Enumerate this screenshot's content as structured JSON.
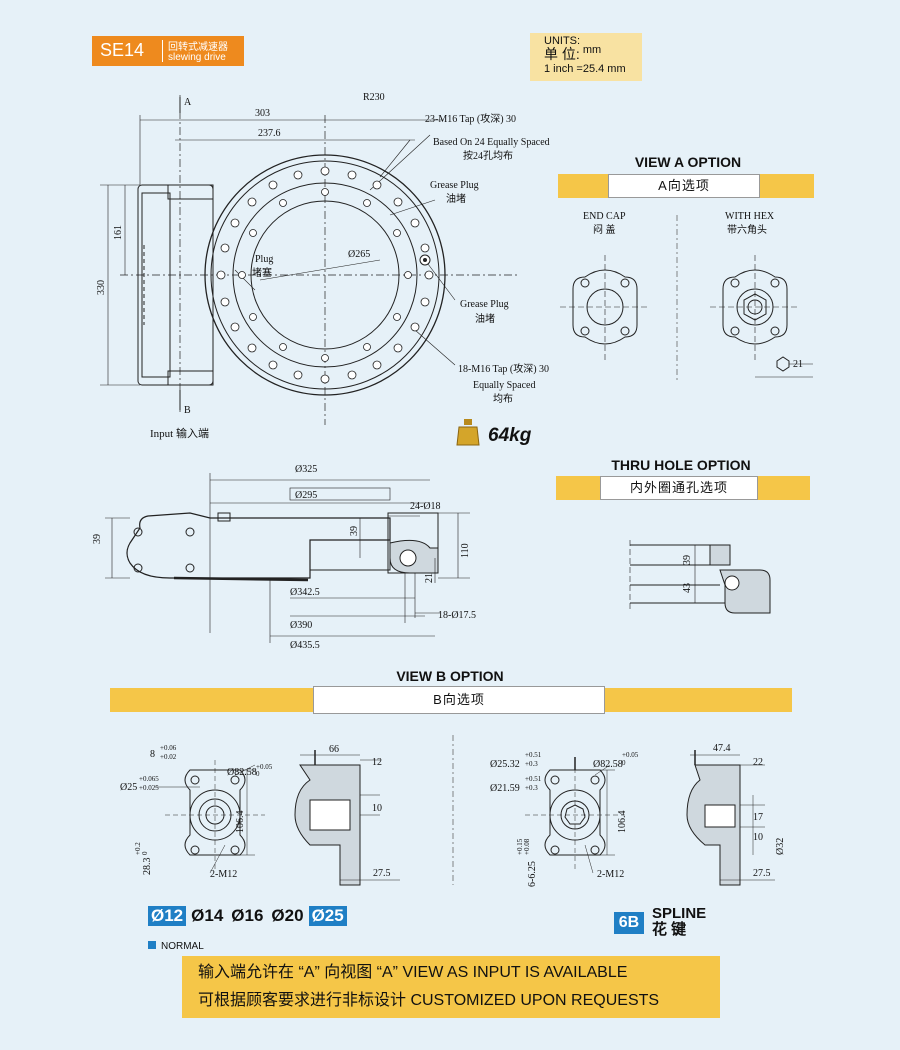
{
  "header": {
    "code": "SE14",
    "name_cn": "回转式减速器",
    "name_en": "slewing drive"
  },
  "units": {
    "label": "UNITS:",
    "value": "mm",
    "label_cn": "单 位:",
    "conversion": "1 inch =25.4 mm"
  },
  "weight": "64kg",
  "front_view": {
    "dims": {
      "d303": "303",
      "d237_6": "237.6",
      "r230": "R230",
      "d161": "161",
      "d330": "330",
      "dia265": "Ø265"
    },
    "labels": {
      "a": "A",
      "b": "B",
      "tap23": "23-M16 Tap (攻深) 30",
      "based24": "Based On 24 Equally Spaced",
      "based24_cn": "按24孔均布",
      "grease1": "Grease Plug",
      "grease1_cn": "油堵",
      "grease2": "Grease Plug",
      "grease2_cn": "油堵",
      "plug": "Plug",
      "plug_cn": "堵塞",
      "tap18": "18-M16 Tap (攻深) 30",
      "equally": "Equally Spaced",
      "equally_cn": "均布",
      "input": "Input  输入端"
    }
  },
  "view_a": {
    "title": "VIEW A OPTION",
    "band": "A向选项",
    "end_cap": "END CAP",
    "end_cap_cn": "闷 盖",
    "with_hex": "WITH HEX",
    "with_hex_cn": "带六角头",
    "hex_dim": "21"
  },
  "side_view": {
    "dims": {
      "dia325": "Ø325",
      "dia295": "Ø295",
      "d24": "24-Ø18",
      "d39": "39",
      "d39b": "39",
      "d110": "110",
      "d21": "21",
      "dia342": "Ø342.5",
      "dia390": "Ø390",
      "d18": "18-Ø17.5",
      "dia435": "Ø435.5"
    }
  },
  "thru_hole": {
    "title": "THRU HOLE OPTION",
    "band": "内外圈通孔选项",
    "d39": "39",
    "d43": "43"
  },
  "view_b": {
    "title": "VIEW B OPTION",
    "band": "B向选项",
    "left": {
      "d8": "8",
      "d8_tol_up": "+0.06",
      "d8_tol_lo": "+0.02",
      "d25": "Ø25",
      "d25_tol_up": "+0.065",
      "d25_tol_lo": "+0.025",
      "d82": "Ø82.58",
      "d82_tol_up": "+0.05",
      "d82_tol_lo": "0",
      "d106": "106.4",
      "d28": "28.3",
      "d28_tol_up": "+0.2",
      "d28_tol_lo": "0",
      "m12": "2-M12",
      "d66": "66",
      "d12": "12",
      "d10": "10",
      "d27": "27.5"
    },
    "right": {
      "d25": "Ø25.32",
      "d25_tol_up": "+0.51",
      "d25_tol_lo": "+0.3",
      "d21": "Ø21.59",
      "d21_tol_up": "+0.51",
      "d21_tol_lo": "+0.3",
      "d82": "Ø82.58",
      "d82_tol_up": "+0.05",
      "d82_tol_lo": "0",
      "d106": "106.4",
      "d6": "6-6.25",
      "d6_tol_up": "+0.15",
      "d6_tol_lo": "+0.08",
      "m12": "2-M12",
      "d47": "47.4",
      "d22": "22",
      "d17": "17",
      "d10": "10",
      "d32": "Ø32",
      "d27": "27.5"
    }
  },
  "bores": [
    {
      "label": "Ø12",
      "highlight": true
    },
    {
      "label": "Ø14",
      "highlight": false
    },
    {
      "label": "Ø16",
      "highlight": false
    },
    {
      "label": "Ø20",
      "highlight": false
    },
    {
      "label": "Ø25",
      "highlight": true
    }
  ],
  "normal": "NORMAL",
  "spline": {
    "code": "6B",
    "label": "SPLINE",
    "label_cn": "花 键"
  },
  "footer": {
    "line1": "输入端允许在 “A” 向视图  “A” VIEW AS INPUT IS AVAILABLE",
    "line2": "可根据顾客要求进行非标设计 CUSTOMIZED UPON REQUESTS"
  },
  "colors": {
    "orange": "#ee8a1e",
    "yellow": "#f5c648",
    "blue": "#1f7fc5",
    "background": "#e6f1f8"
  }
}
